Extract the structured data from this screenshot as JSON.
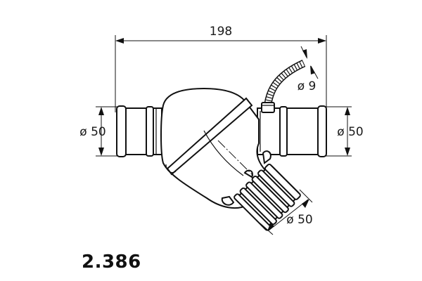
{
  "dimensions": {
    "overall_length": "198",
    "inlet_left_diameter": "ø 50",
    "inlet_right_diameter": "ø 50",
    "outlet_diameter": "ø 50",
    "sensor_hose_diameter": "ø 9"
  },
  "part_number": "2.386"
}
